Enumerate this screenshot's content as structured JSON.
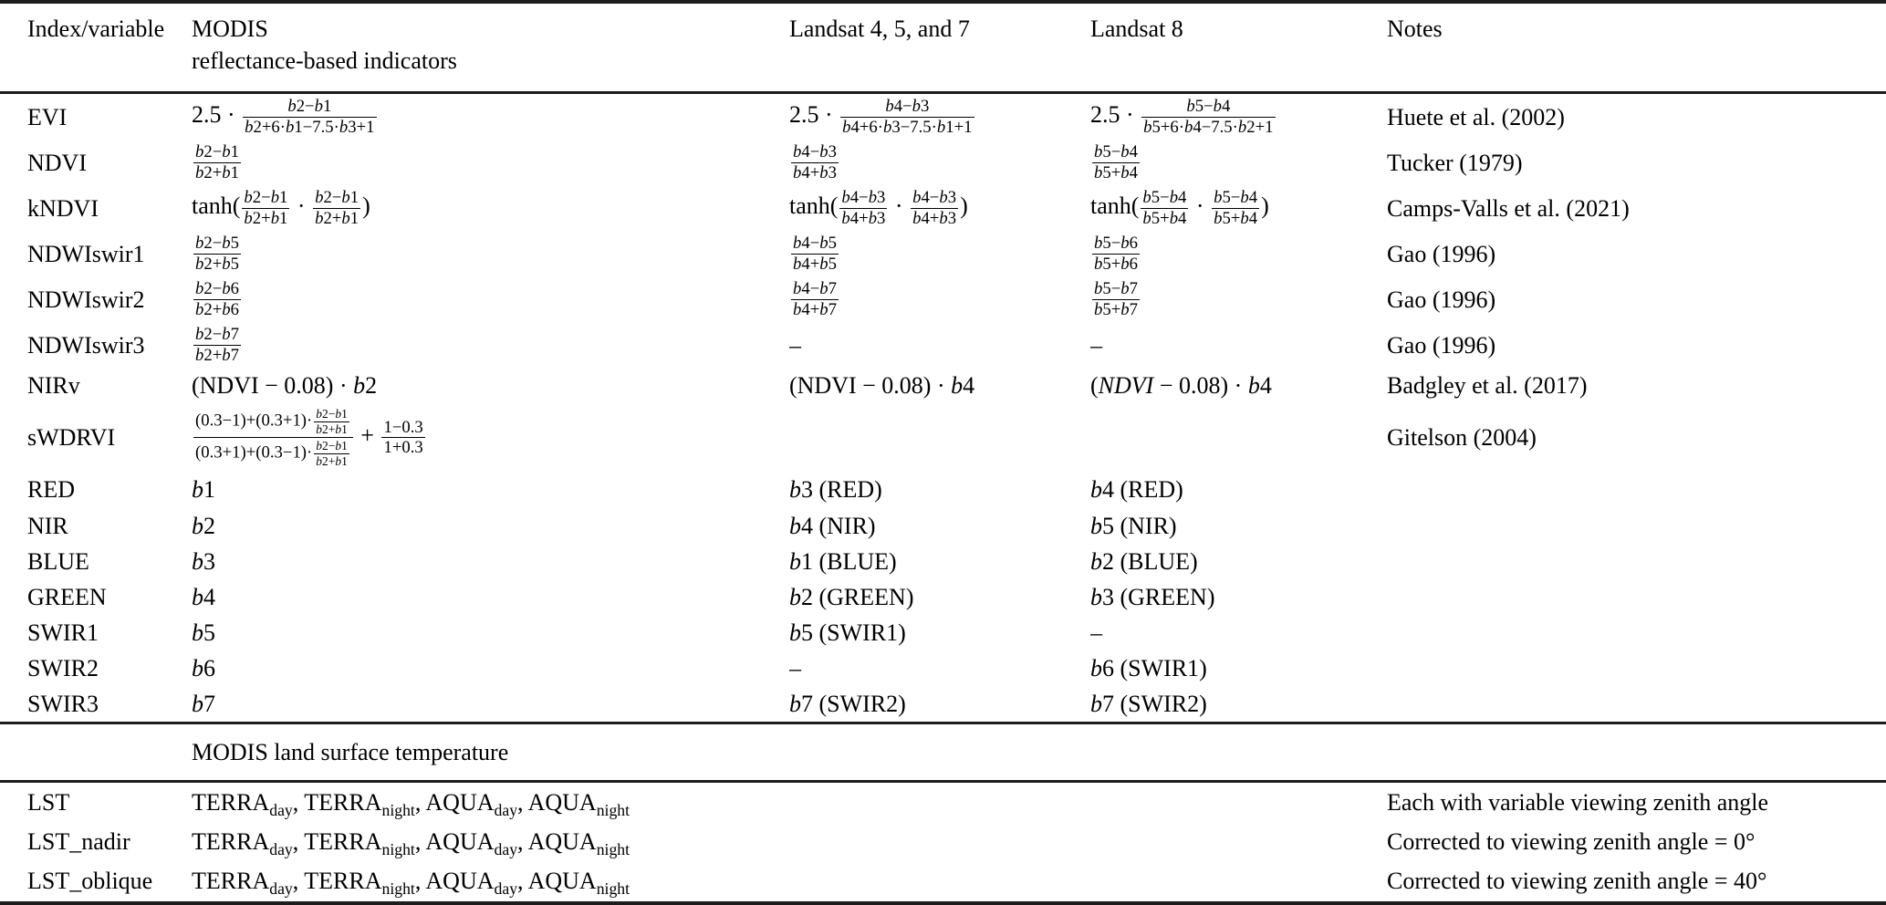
{
  "colors": {
    "text": "#000000",
    "rule": "#1c1c1c",
    "background": "#ffffff"
  },
  "table": {
    "headers": [
      "Index/variable",
      "MODIS\nreflectance-based indicators",
      "Landsat 4, 5, and 7",
      "Landsat 8",
      "Notes"
    ],
    "rows": [
      {
        "label": "EVI",
        "modis": "2.5 · {*b*2−*b*1|*b*2+6·*b*1−7.5·*b*3+1}",
        "landsat457": "2.5 · {*b*4−*b*3|*b*4+6·*b*3−7.5·*b*1+1}",
        "landsat8": "2.5 · {*b*5−*b*4|*b*5+6·*b*4−7.5·*b*2+1}",
        "notes": "Huete et al. (2002)"
      },
      {
        "label": "NDVI",
        "modis": "{*b*2−*b*1|*b*2+*b*1}",
        "landsat457": "{*b*4−*b*3|*b*4+*b*3}",
        "landsat8": "{*b*5−*b*4|*b*5+*b*4}",
        "notes": "Tucker (1979)"
      },
      {
        "label": "kNDVI",
        "modis": "tanh({*b*2−*b*1|*b*2+*b*1} · {*b*2−*b*1|*b*2+*b*1})",
        "landsat457": "tanh({*b*4−*b*3|*b*4+*b*3} · {*b*4−*b*3|*b*4+*b*3})",
        "landsat8": "tanh({*b*5−*b*4|*b*5+*b*4} · {*b*5−*b*4|*b*5+*b*4})",
        "notes": "Camps-Valls et al. (2021)"
      },
      {
        "label": "NDWIswir1",
        "modis": "{*b*2−*b*5|*b*2+*b*5}",
        "landsat457": "{*b*4−*b*5|*b*4+*b*5}",
        "landsat8": "{*b*5−*b*6|*b*5+*b*6}",
        "notes": "Gao (1996)"
      },
      {
        "label": "NDWIswir2",
        "modis": "{*b*2−*b*6|*b*2+*b*6}",
        "landsat457": "{*b*4−*b*7|*b*4+*b*7}",
        "landsat8": "{*b*5−*b*7|*b*5+*b*7}",
        "notes": "Gao (1996)"
      },
      {
        "label": "NDWIswir3",
        "modis": "{*b*2−*b*7|*b*2+*b*7}",
        "landsat457": "–",
        "landsat8": "–",
        "notes": "Gao (1996)"
      },
      {
        "label": "NIRv",
        "modis": "(NDVI − 0.08) · *b*2",
        "landsat457": "(NDVI − 0.08) · *b*4",
        "landsat8": "(*NDVI* − 0.08) · *b*4",
        "notes": "Badgley et al. (2017)"
      },
      {
        "label": "sWDRVI",
        "modis": "{(0.3−1)+(0.3+1)·{*b*2−*b*1|*b*2+*b*1}|(0.3+1)+(0.3−1)·{*b*2−*b*1|*b*2+*b*1}} + {1−0.3|1+0.3}",
        "landsat457": "",
        "landsat8": "",
        "notes": "Gitelson (2004)"
      },
      {
        "label": "RED",
        "modis": "*b*1",
        "landsat457": "*b*3 (RED)",
        "landsat8": "*b*4 (RED)",
        "notes": ""
      },
      {
        "label": "NIR",
        "modis": "*b*2",
        "landsat457": "*b*4 (NIR)",
        "landsat8": "*b*5 (NIR)",
        "notes": ""
      },
      {
        "label": "BLUE",
        "modis": "*b*3",
        "landsat457": "*b*1 (BLUE)",
        "landsat8": "*b*2 (BLUE)",
        "notes": ""
      },
      {
        "label": "GREEN",
        "modis": "*b*4",
        "landsat457": "*b*2 (GREEN)",
        "landsat8": "*b*3 (GREEN)",
        "notes": ""
      },
      {
        "label": "SWIR1",
        "modis": "*b*5",
        "landsat457": "*b*5 (SWIR1)",
        "landsat8": "–",
        "notes": ""
      },
      {
        "label": "SWIR2",
        "modis": "*b*6",
        "landsat457": "–",
        "landsat8": "*b*6 (SWIR1)",
        "notes": ""
      },
      {
        "label": "SWIR3",
        "modis": "*b*7",
        "landsat457": "*b*7 (SWIR2)",
        "landsat8": "*b*7 (SWIR2)",
        "notes": ""
      }
    ],
    "section2": {
      "title": "MODIS land surface temperature",
      "rows": [
        {
          "label": "LST",
          "modis": "TERRA~day~, TERRA~night~, AQUA~day~, AQUA~night~",
          "landsat457": "",
          "landsat8": "",
          "notes": "Each with variable viewing zenith angle"
        },
        {
          "label": "LST_nadir",
          "modis": "TERRA~day~, TERRA~night~, AQUA~day~, AQUA~night~",
          "landsat457": "",
          "landsat8": "",
          "notes": "Corrected to viewing zenith angle = 0°"
        },
        {
          "label": "LST_oblique",
          "modis": "TERRA~day~, TERRA~night~, AQUA~day~, AQUA~night~",
          "landsat457": "",
          "landsat8": "",
          "notes": "Corrected to viewing zenith angle = 40°"
        }
      ]
    }
  }
}
